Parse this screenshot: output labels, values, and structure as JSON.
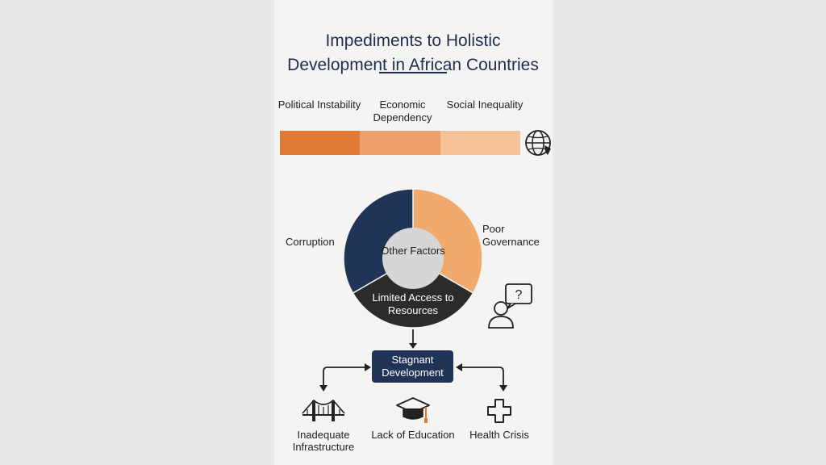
{
  "title": {
    "line1": "Impediments to Holistic",
    "line2": "Development in African Countries"
  },
  "bar": {
    "segments": [
      {
        "label": "Political Instability",
        "color": "#e07a35"
      },
      {
        "label": "Economic Dependency",
        "color": "#eea06a"
      },
      {
        "label": "Social Inequality",
        "color": "#f5c29a"
      }
    ],
    "icon": "globe-icon"
  },
  "donut": {
    "center_label": "Other Factors",
    "bottom_label": "Limited Access to Resources",
    "left_label": "Corruption",
    "right_label": "Poor Governance",
    "colors": {
      "corruption": "#1f3456",
      "governance": "#f0aa6e",
      "resources": "#2b2b2b",
      "center": "#d6d6d6"
    }
  },
  "person_icon": "person-question-icon",
  "center_box": {
    "label": "Stagnant Development",
    "color": "#1f3456"
  },
  "outcomes": [
    {
      "label": "Inadequate Infrastructure",
      "icon": "bridge-icon"
    },
    {
      "label": "Lack of Education",
      "icon": "graduation-cap-icon"
    },
    {
      "label": "Health Crisis",
      "icon": "medical-cross-icon"
    }
  ]
}
